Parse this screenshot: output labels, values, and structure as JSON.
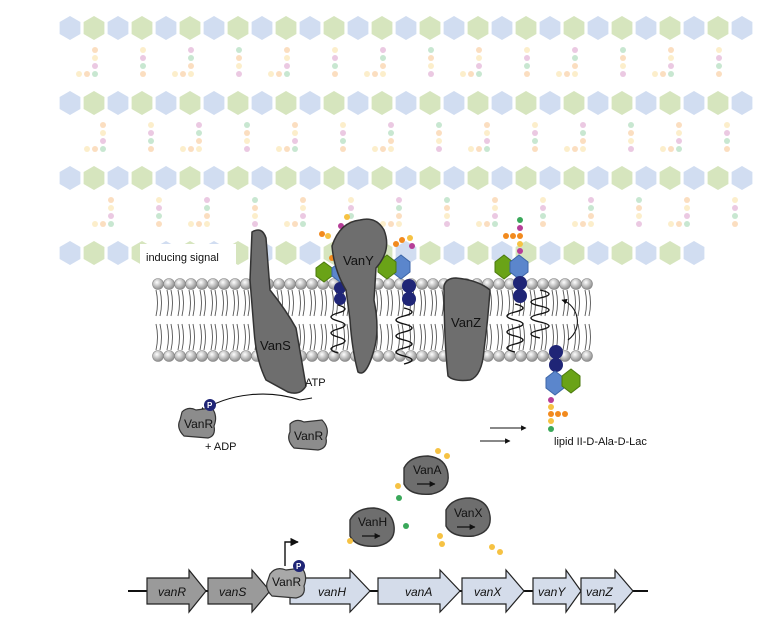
{
  "labels": {
    "inducing_signal": "inducing signal",
    "atp": "ATP",
    "adp": "+ ADP",
    "lipid": "lipid II-D-Ala-D-Lac",
    "phospho": "P"
  },
  "proteins": {
    "vans": "VanS",
    "vany": "VanY",
    "vanz": "VanZ",
    "vanr_p": "VanR",
    "vanr": "VanR",
    "vanr_promoter": "VanR",
    "vana": "VanA",
    "vanh": "VanH",
    "vanx": "VanX"
  },
  "genes": [
    "vanR",
    "vanS",
    "vanH",
    "vanA",
    "vanX",
    "vanY",
    "vanZ"
  ],
  "colors": {
    "protein_fill": "#6e6e6e",
    "gene_dark": "#9a9a9a",
    "gene_light": "#d4dcea",
    "hex_green": "#6aa317",
    "hex_blue": "#5b86cc",
    "bead_navy": "#1f2576",
    "bead_orange": "#f28a1e",
    "bead_yellow": "#f6c243",
    "bead_magenta": "#b63e98",
    "bead_green": "#3aa85a"
  }
}
